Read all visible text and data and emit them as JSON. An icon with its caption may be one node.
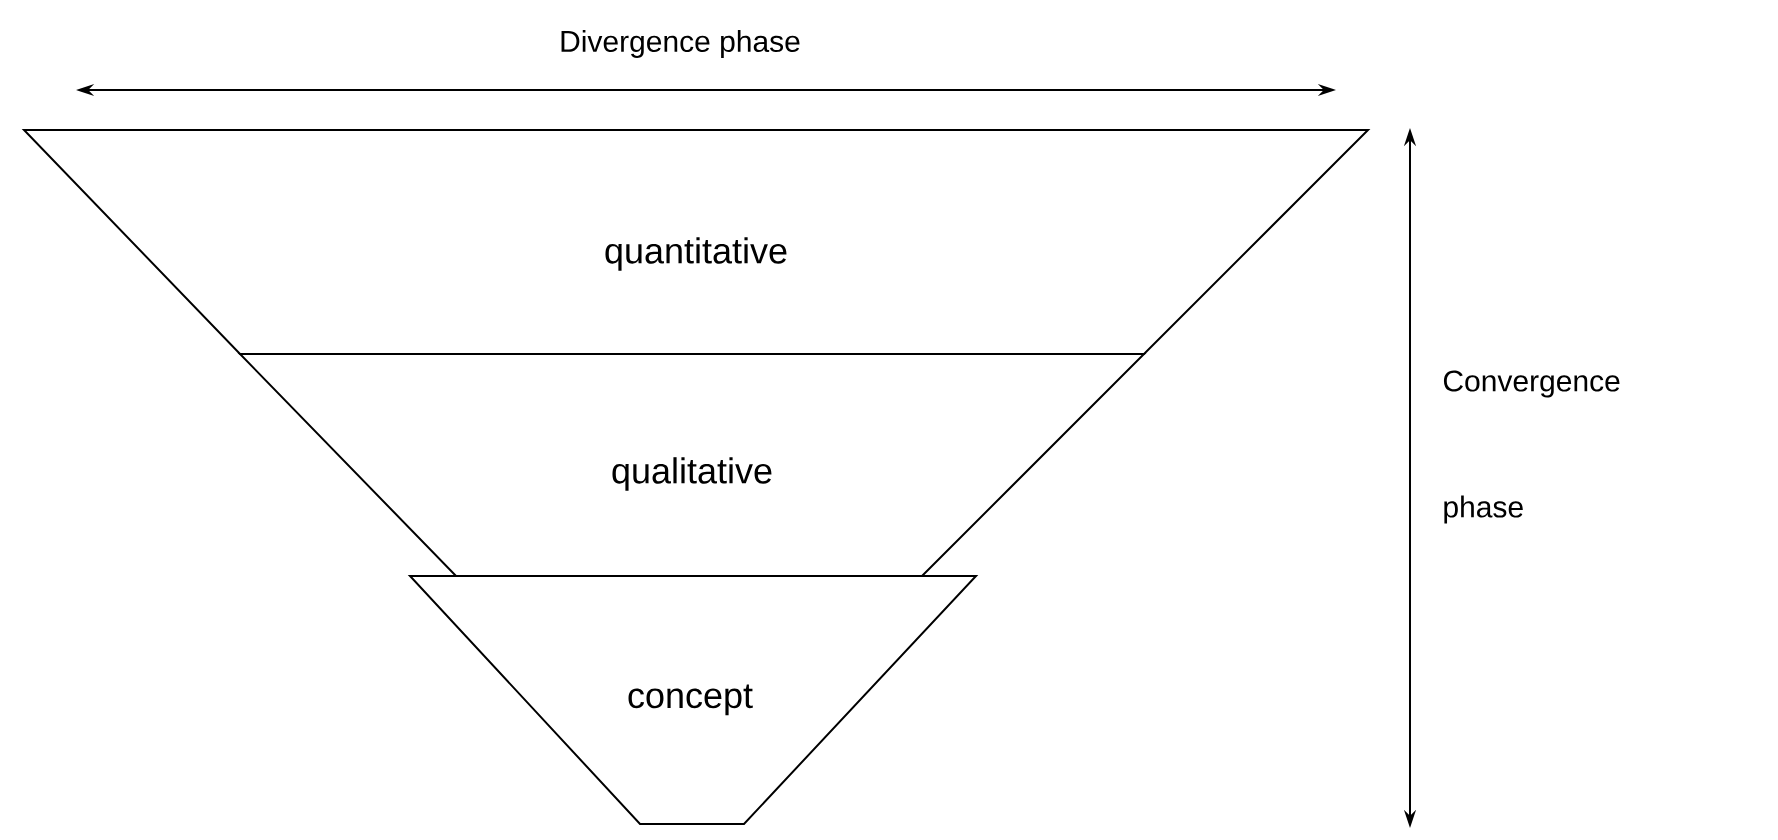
{
  "diagram": {
    "nodes": [
      {
        "text": [
          "quantitative"
        ]
      },
      {
        "text": [
          "qualitative"
        ]
      },
      {
        "text": [
          "concept"
        ]
      }
    ],
    "labels": [
      "Divergence phase",
      "Convergence phase"
    ]
  }
}
